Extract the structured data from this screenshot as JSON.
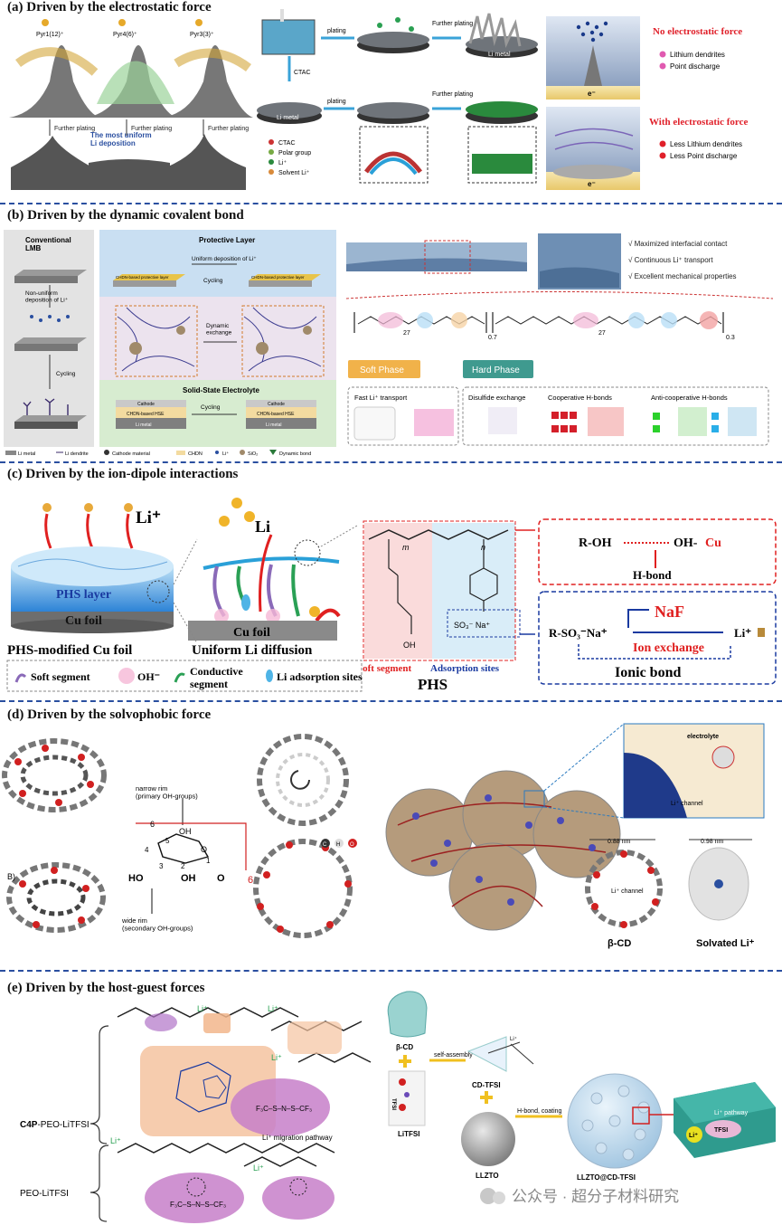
{
  "panels": {
    "a": {
      "title": "(a) Driven by the electrostatic force",
      "cations": [
        "Pyr1(12)⁺",
        "Pyr4(6)⁺",
        "Pyr3(3)⁺"
      ],
      "further_plating": "Further plating",
      "most_uniform": "The most uniform\nLi deposition",
      "ctac": "CTAC",
      "plating": "plating",
      "further_plating2": "Further\nplating",
      "li_metal": "Li metal",
      "legend": [
        "CTAC",
        "Polar group",
        "Li⁺",
        "Solvent Li⁺"
      ],
      "no_force": "No electrostatic force",
      "no_force_items": [
        "Lithium dendrites",
        "Point discharge"
      ],
      "with_force": "With electrostatic force",
      "with_force_items": [
        "Less Lithium dendrites",
        "Less Point discharge"
      ],
      "electron": "e⁻"
    },
    "b": {
      "title": "(b) Driven by the dynamic covalent bond",
      "conventional": "Conventional\nLMB",
      "non_uniform": "Non-uniform\ndeposition of Li⁺",
      "cycling": "Cycling",
      "protective_layer": "Protective Layer",
      "uniform_dep": "Uniform deposition of Li⁺",
      "chdn_layer": "CHDN-based protective layer",
      "dynamic_exchange": "Dynamic\nexchange",
      "sse": "Solid-State Electrolyte",
      "cathode": "Cathode",
      "chdn_hse": "CHDN-based HSE",
      "li_metal": "Li metal",
      "legend": [
        "Li metal",
        "Li dendrite",
        "Cathode material",
        "CHDN",
        "Li⁺",
        "SiO₂",
        "Dynamic bond"
      ],
      "features": [
        "√ Maximized interfacial contact",
        "√ Continuous Li⁺ transport",
        "√ Excellent mechanical properties"
      ],
      "subscripts": [
        "27",
        "0.7",
        "27",
        "0.3"
      ],
      "soft_phase": "Soft Phase",
      "hard_phase": "Hard Phase",
      "fast_li": "Fast Li⁺ transport",
      "disulfide": "Disulfide exchange",
      "coop_hb": "Cooperative H-bonds",
      "anticoop_hb": "Anti-cooperative H-bonds"
    },
    "c": {
      "title": "(c) Driven by the ion-dipole interactions",
      "li_plus": "Li⁺",
      "li": "Li",
      "phs_layer": "PHS layer",
      "cu_foil": "Cu foil",
      "phs_modified": "PHS-modified Cu foil",
      "uniform_li": "Uniform Li diffusion",
      "m": "m",
      "n": "n",
      "oh": "OH",
      "so3na": "SO₃⁻ Na⁺",
      "soft_segment": "Soft segment",
      "adsorption_sites": "Adsorption sites",
      "phs": "PHS",
      "roh": "R-OH",
      "ohcu_oh": "OH-",
      "ohcu_cu": "Cu",
      "hbond": "H-bond",
      "naf": "NaF",
      "rso3na": "R-SO₃⁻Na⁺",
      "ion_exchange": "Ion exchange",
      "li_cyl": "Li⁺",
      "ionic_bond": "Ionic bond",
      "legend_soft": "Soft segment",
      "legend_oh": "OH⁻",
      "legend_cond": "Conductive\nsegment",
      "legend_ads": "Li adsorption sites"
    },
    "d": {
      "title": "(d) Driven by the solvophobic force",
      "narrow_rim": "narrow rim\n(primary OH-groups)",
      "wide_rim": "wide rim\n(secondary OH-groups)",
      "ring_nums": [
        "6",
        "5",
        "4",
        "3",
        "2",
        "1"
      ],
      "oh": "OH",
      "o": "O",
      "ho": "HO",
      "sub6": "6",
      "b_label": "B)",
      "chn": [
        "C",
        "H",
        "O"
      ],
      "electrolyte": "electrolyte",
      "li_channel": "Li⁺ channel",
      "dim1": "0.88 nm",
      "dim2": "0.98 nm",
      "li_channel2": "Li⁺ channel",
      "beta_cd": "β-CD",
      "solvated": "Solvated Li⁺"
    },
    "e": {
      "title": "(e) Driven by the host-guest forces",
      "c4p": "C4P-PEO-LiTFSI",
      "peo": "PEO-LiTFSI",
      "li_plus": "Li⁺",
      "migration": "Li⁺ migration pathway",
      "beta_cd": "β-CD",
      "self_assembly": "self-assembly",
      "cd_tfsi": "CD-TFSI",
      "litfsi": "LiTFSI",
      "tfsi": "TFSI",
      "hbond_coating": "H-bond, coating",
      "llzto": "LLZTO",
      "llzto_cd": "LLZTO@CD-TFSI",
      "li_pathway": "Li⁺ pathway",
      "tfsi_badge": "TFSI",
      "li_badge": "Li⁺",
      "watermark": "公众号 · 超分子材料研究"
    }
  }
}
